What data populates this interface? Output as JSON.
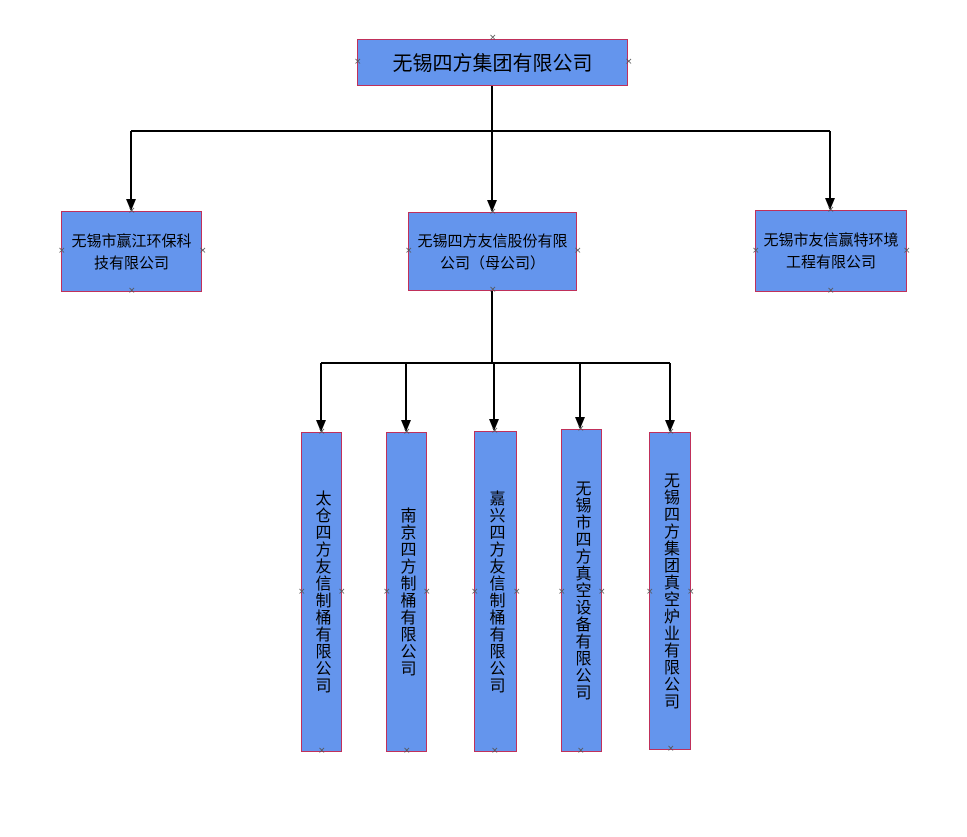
{
  "diagram": {
    "root": {
      "label": "无锡四方集团有限公司"
    },
    "level2": [
      {
        "label": "无锡市赢江环保科技有限公司"
      },
      {
        "label": "无锡四方友信股份有限公司（母公司）"
      },
      {
        "label": "无锡市友信赢特环境工程有限公司"
      }
    ],
    "level3": [
      {
        "label": "太仓四方友信制桶有限公司"
      },
      {
        "label": "南京四方制桶有限公司"
      },
      {
        "label": "嘉兴四方友信制桶有限公司"
      },
      {
        "label": "无锡市四方真空设备有限公司"
      },
      {
        "label": "无锡四方集团真空炉业有限公司"
      }
    ]
  },
  "colors": {
    "box_fill": "#6495ed",
    "box_border": "#c0305a",
    "connector": "#000000"
  }
}
